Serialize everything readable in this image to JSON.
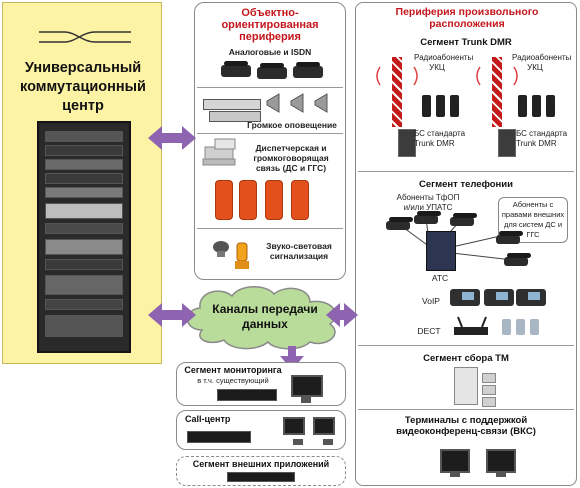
{
  "left_panel": {
    "title": "Универсальный коммутационный центр"
  },
  "peripheral": {
    "title": "Объектно-ориентированная периферия",
    "analog_isdn": "Аналоговые и ISDN",
    "loudspeaker": "Громкое оповещение",
    "dispatch": "Диспетчерская и громкоговорящая связь (ДС и ГГС)",
    "sound_light": "Звуко-световая сигнализация"
  },
  "channels": {
    "label": "Каналы передачи данных"
  },
  "monitoring": {
    "title": "Сегмент мониторинга",
    "subtitle": "в т.ч. существующий"
  },
  "callcenter": {
    "title": "Call-центр"
  },
  "external_apps": {
    "title": "Сегмент внешних приложений"
  },
  "remote": {
    "title": "Периферия произвольного расположения",
    "trunk": {
      "title": "Сегмент Trunk DMR",
      "subscribers_left": "Радиоабоненты УКЦ",
      "subscribers_right": "Радиоабоненты УКЦ",
      "bs_left": "БС стандарта Trunk DMR",
      "bs_right": "БС стандарта Trunk DMR"
    },
    "telephony": {
      "title": "Сегмент телефонии",
      "pstn": "Абоненты ТфОП и/или УПАТС",
      "external_rights": "Абоненты с правами внешних для систем ДС и ГГС",
      "ats": "АТС",
      "voip": "VoIP",
      "dect": "DECT"
    },
    "tm": {
      "title": "Сегмент сбора ТМ"
    },
    "vcs": {
      "title": "Терминалы с поддержкой видеоконференц-связи (ВКС)"
    }
  }
}
